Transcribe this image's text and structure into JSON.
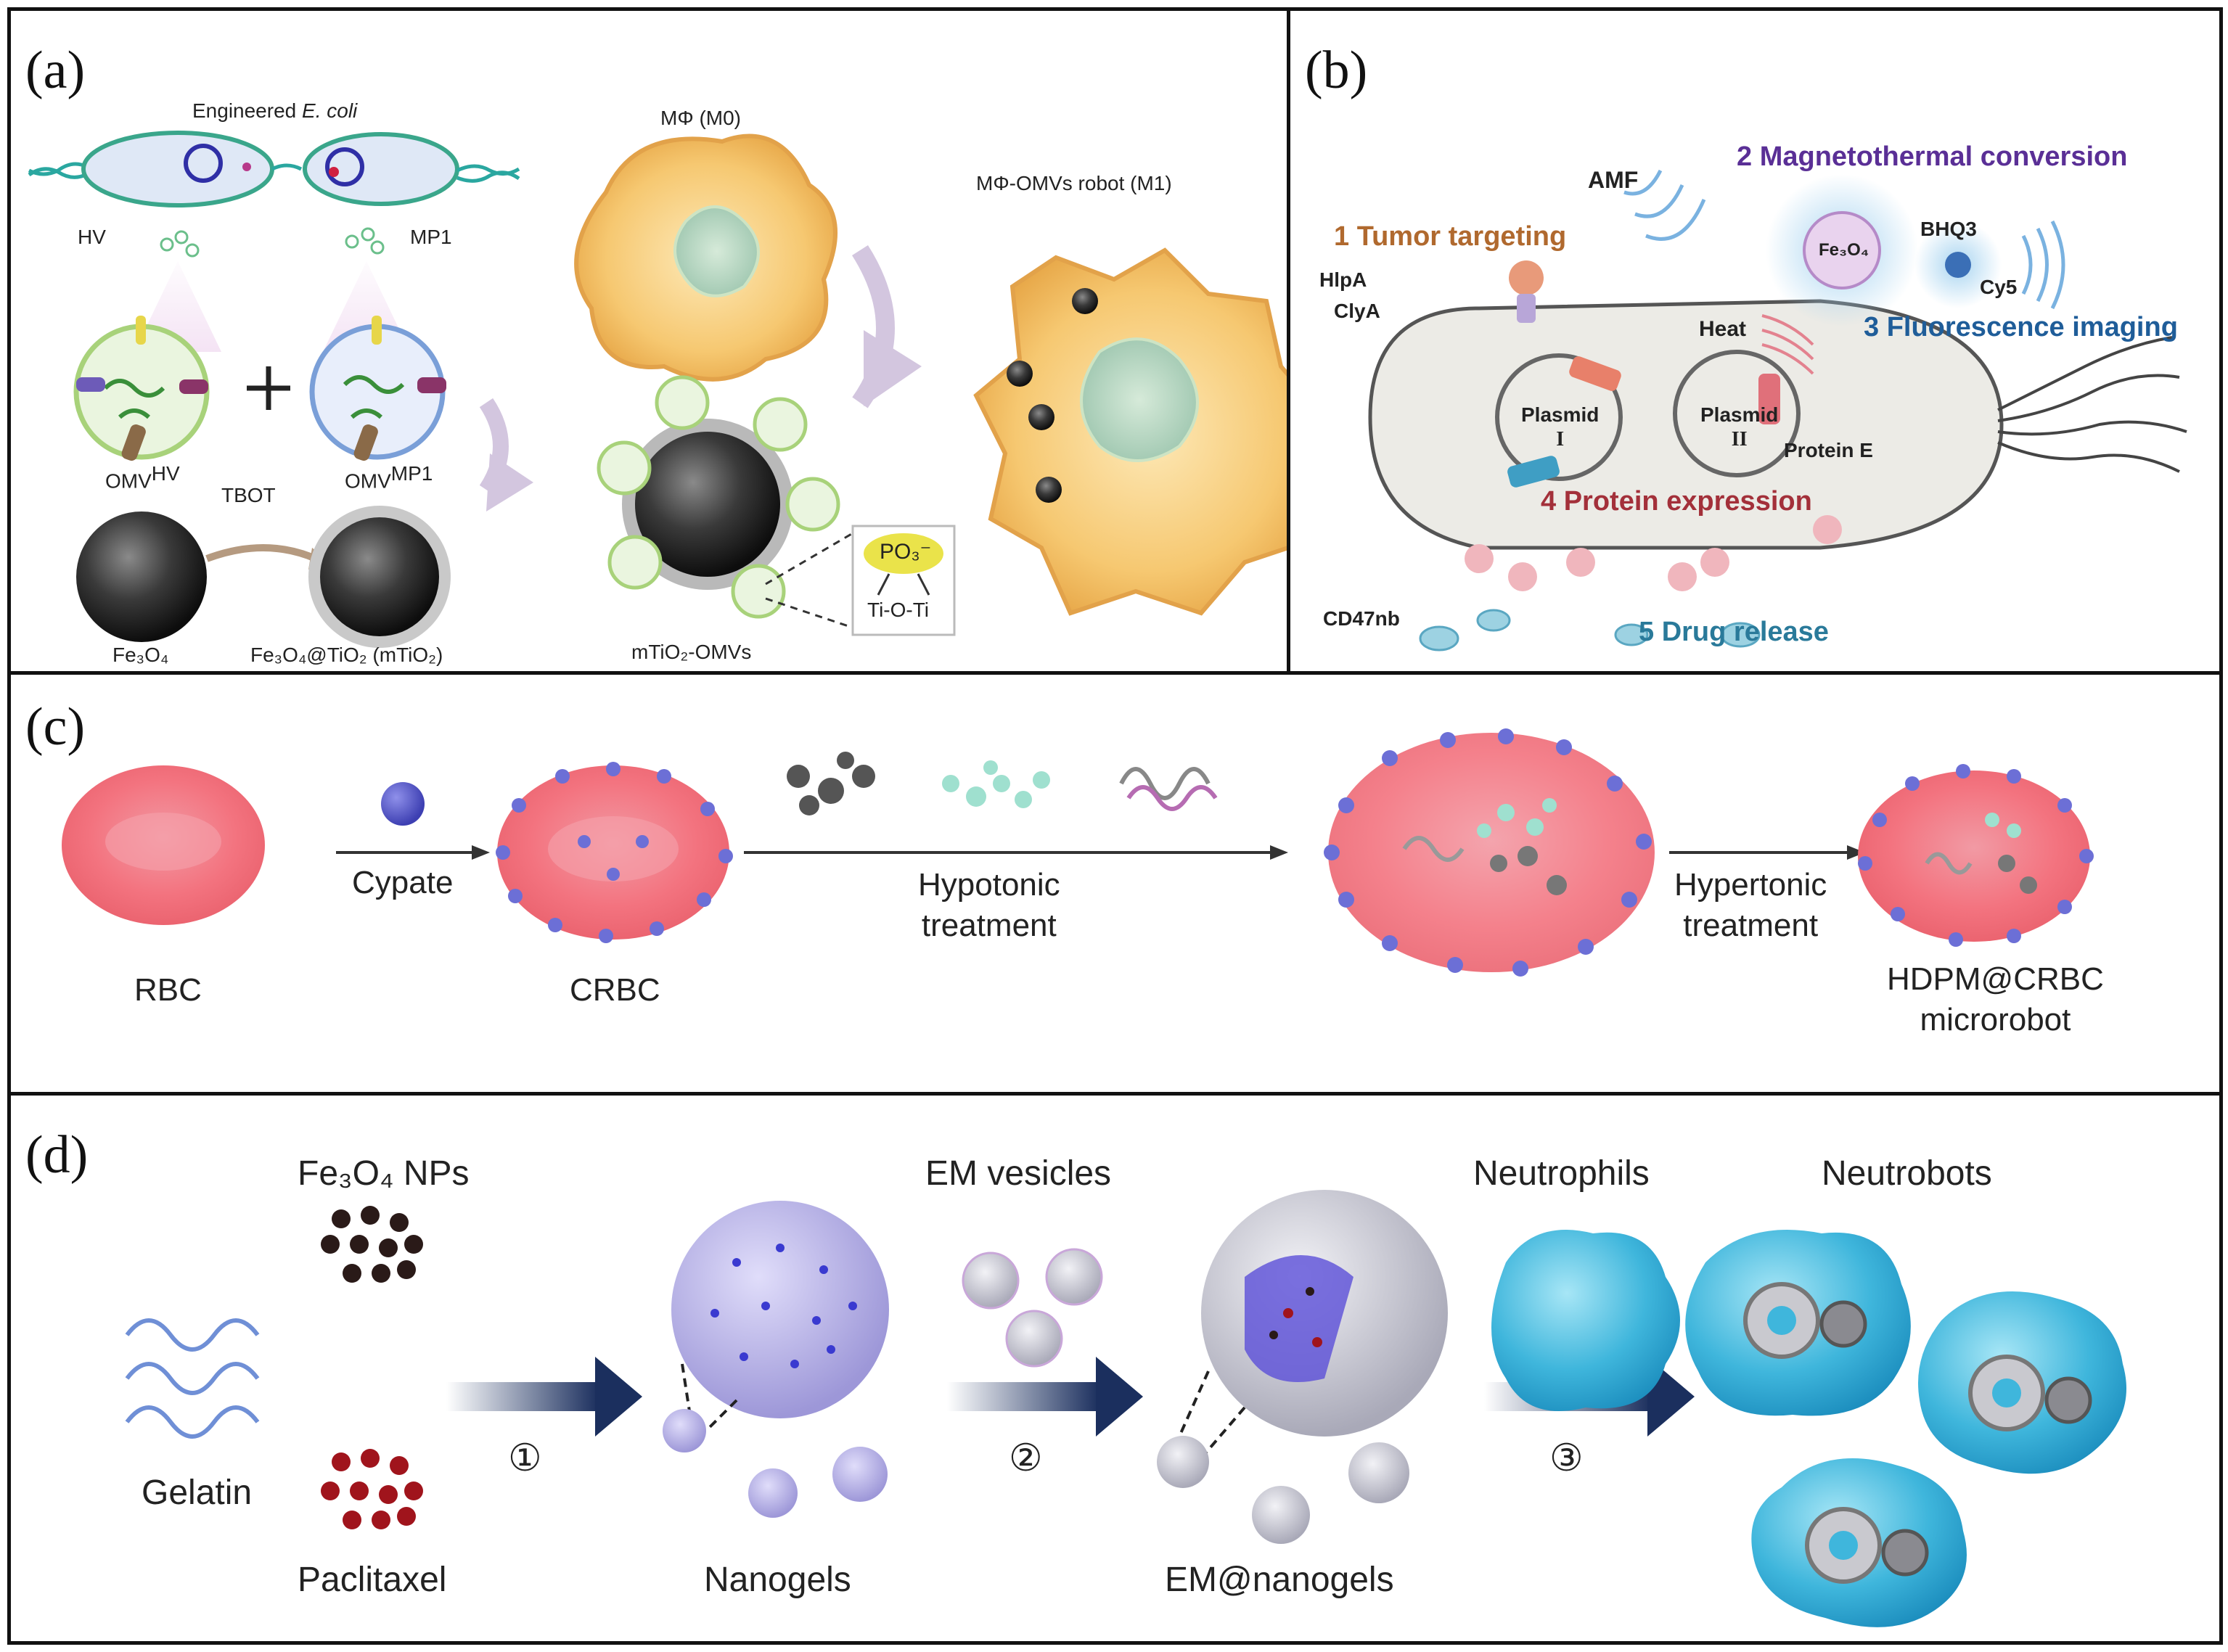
{
  "panel_a": {
    "label": "(a)",
    "engineered": "Engineered E. coli",
    "engineered_italic": "E. coli",
    "engineered_prefix": "Engineered ",
    "hv": "HV",
    "mp1": "MP1",
    "omv_hv": "OMV",
    "omv_hv_sup": "HV",
    "omv_mp1": "OMV",
    "omv_mp1_sup": "MP1",
    "tbot": "TBOT",
    "fe3o4": "Fe₃O₄",
    "fe3o4_tio2": "Fe₃O₄@TiO₂ (mTiO₂)",
    "mtio2_omvs": "mTiO₂-OMVs",
    "m0": "MΦ (M0)",
    "robot": "MΦ-OMVs robot (M1)",
    "po3": "PO₃⁻",
    "tioti": "Ti-O-Ti"
  },
  "panel_b": {
    "label": "(b)",
    "amf": "AMF",
    "s1": "1 Tumor targeting",
    "s2": "2 Magnetothermal conversion",
    "s3": "3 Fluorescence imaging",
    "s4": "4 Protein expression",
    "s5": "5 Drug release",
    "hlpa": "HlpA",
    "clya": "ClyA",
    "fe3o4": "Fe₃O₄",
    "bhq3": "BHQ3",
    "cy5": "Cy5",
    "heat": "Heat",
    "plasmid1": "Plasmid",
    "plasmid1_num": "I",
    "plasmid2": "Plasmid",
    "plasmid2_num": "II",
    "protein_e": "Protein E",
    "cd47nb": "CD47nb"
  },
  "panel_c": {
    "label": "(c)",
    "cypate": "Cypate",
    "rbc": "RBC",
    "crbc": "CRBC",
    "hypotonic1": "Hypotonic",
    "hypotonic2": "treatment",
    "hypertonic1": "Hypertonic",
    "hypertonic2": "treatment",
    "product1": "HDPM@CRBC",
    "product2": "microrobot"
  },
  "panel_d": {
    "label": "(d)",
    "fe3o4_nps": "Fe₃O₄ NPs",
    "gelatin": "Gelatin",
    "paclitaxel": "Paclitaxel",
    "step1": "①",
    "nanogels": "Nanogels",
    "em_vesicles": "EM vesicles",
    "step2": "②",
    "em_nanogels": "EM@nanogels",
    "neutrophils": "Neutrophils",
    "step3": "③",
    "neutrobots": "Neutrobots"
  },
  "colors": {
    "border": "#111111",
    "orange_text": "#b0692e",
    "purple_text": "#5a2f96",
    "blue_text": "#1f5d99",
    "red_text": "#a3303a",
    "teal_text": "#2a7a9a",
    "rbc_red": "#f07a86",
    "cypate_blue": "#6c6fd6",
    "arrow_navy": "#1b2f5e",
    "cell_cyan": "#3fb6dc"
  }
}
